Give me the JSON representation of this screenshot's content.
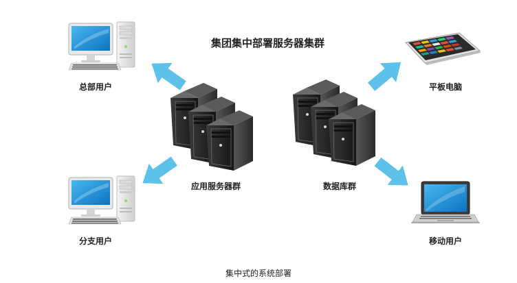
{
  "diagram": {
    "title": "集团集中部署服务器集群",
    "caption": "集中式的系统部署",
    "nodes": {
      "hq_users": {
        "label": "总部用户",
        "icon": "desktop-computer-icon"
      },
      "branch_users": {
        "label": "分支用户",
        "icon": "desktop-computer-icon"
      },
      "tablet": {
        "label": "平板电脑",
        "icon": "tablet-icon"
      },
      "mobile_users": {
        "label": "移动用户",
        "icon": "laptop-icon"
      },
      "app_servers": {
        "label": "应用服务器群",
        "icon": "server-cluster-icon"
      },
      "db_cluster": {
        "label": "数据库群",
        "icon": "server-cluster-icon"
      }
    },
    "colors": {
      "arrow": "#5ec1ea",
      "server_body": "#2b2b2b",
      "screen": "#1e9bdc"
    }
  }
}
